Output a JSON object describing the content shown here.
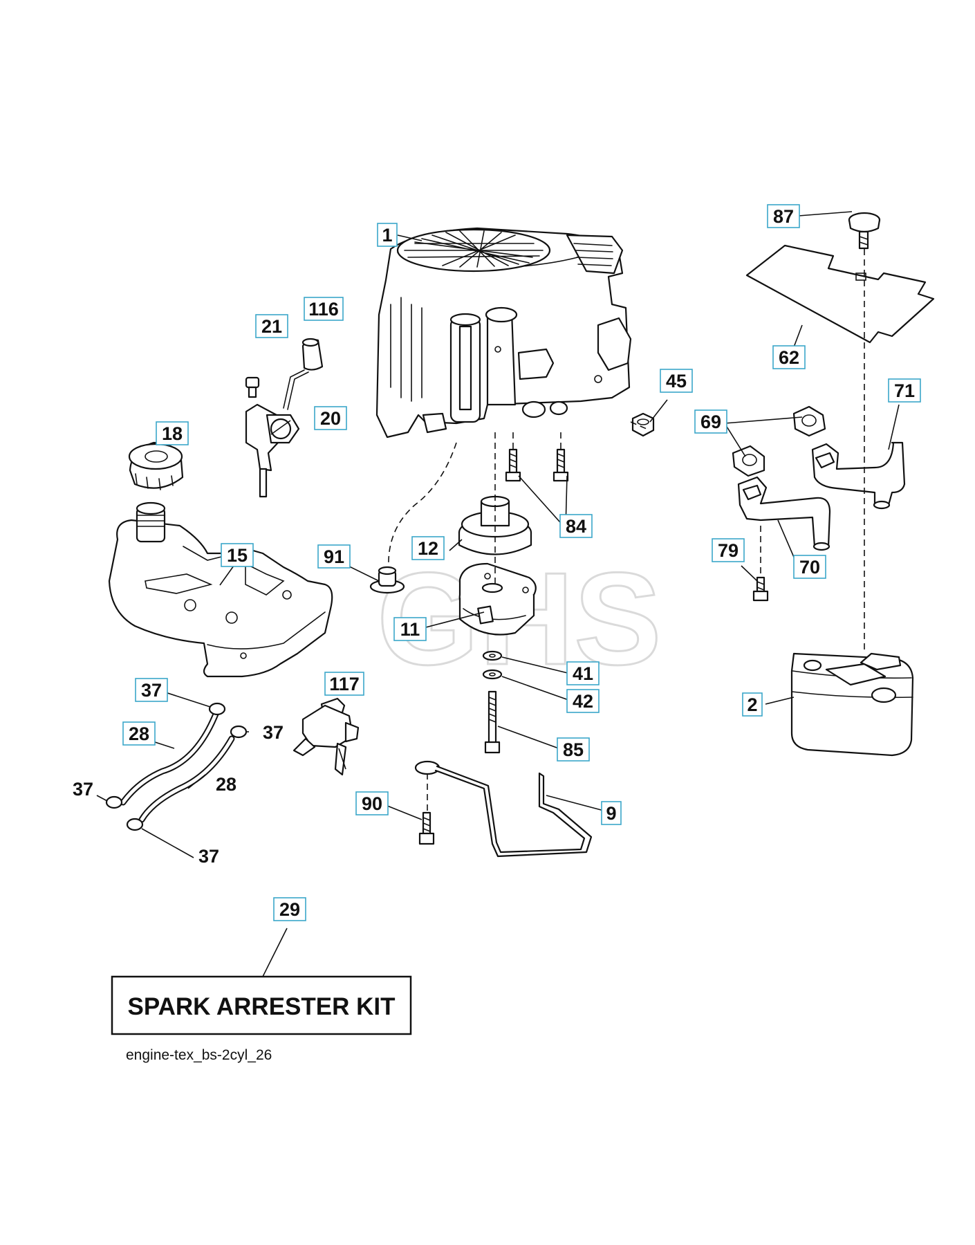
{
  "diagram": {
    "part_labels": {
      "p1": "1",
      "p2": "2",
      "p9": "9",
      "p11": "11",
      "p12": "12",
      "p15": "15",
      "p18": "18",
      "p20": "20",
      "p21": "21",
      "p28a": "28",
      "p28b": "28",
      "p29": "29",
      "p37a": "37",
      "p37b": "37",
      "p37c": "37",
      "p37d": "37",
      "p41": "41",
      "p42": "42",
      "p45": "45",
      "p62": "62",
      "p69": "69",
      "p70": "70",
      "p71": "71",
      "p79": "79",
      "p84": "84",
      "p85": "85",
      "p87": "87",
      "p90": "90",
      "p91": "91",
      "p116": "116",
      "p117": "117"
    },
    "kit_label": "SPARK ARRESTER KIT",
    "caption": "engine-tex_bs-2cyl_26",
    "watermark": "GHS"
  },
  "colors": {
    "label_border": "#3aa6c9",
    "line": "#111111",
    "background": "#ffffff"
  }
}
